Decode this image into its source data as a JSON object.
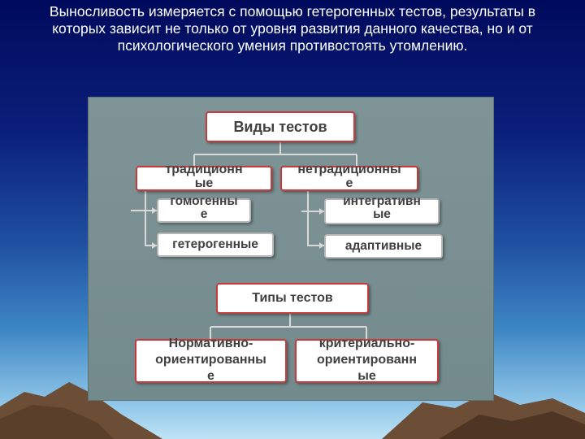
{
  "slide": {
    "text": "Выносливость измеряется с помощью гетерогенных тестов, результаты в которых зависит не только от уровня развития данного качества, но и от психологического умения противостоять утомлению."
  },
  "diagram": {
    "kinds_title": "Виды тестов",
    "traditional": [
      "традиционн",
      "ые"
    ],
    "nontraditional": [
      "нетрадиционны",
      "е"
    ],
    "homogeneous": [
      "гомогенны",
      "е"
    ],
    "heterogeneous": "гетерогенные",
    "integrative": [
      "интегративн",
      "ые"
    ],
    "adaptive": "адаптивные",
    "types_title": "Типы тестов",
    "norm_oriented": [
      "Нормативно-",
      "ориентированны",
      "е"
    ],
    "criterion_oriented": [
      "критериально-",
      "ориентированн",
      "ые"
    ]
  },
  "colors": {
    "box_border_accent": "#c53a3a",
    "panel_background": "#7f9496",
    "slide_text": "#ffffff"
  }
}
